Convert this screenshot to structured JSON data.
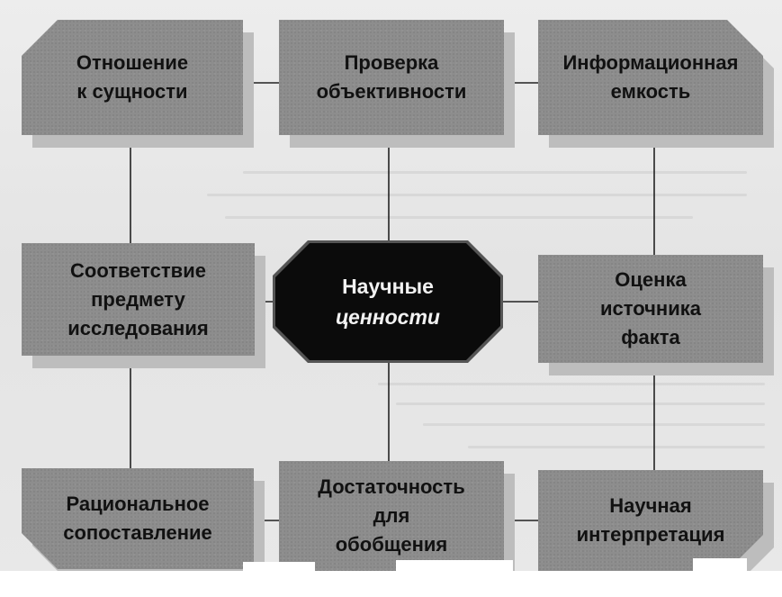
{
  "diagram": {
    "center": {
      "line1": "Научные",
      "line2": "ценности"
    },
    "nodes": {
      "top_left": "Отношение\nк сущности",
      "top_middle": "Проверка\nобъективности",
      "top_right": "Информационная\nемкость",
      "middle_left": "Соответствие\nпредмету\nисследования",
      "middle_right": "Оценка\nисточника\nфакта",
      "bottom_left": "Рациональное\nсопоставление",
      "bottom_middle": "Достаточность\nдля\nобобщения",
      "bottom_right": "Научная\nинтерпретация"
    },
    "colors": {
      "node_fill": "#8d8d8d",
      "node_shadow": "#bdbdbd",
      "center_fill": "#0b0b0b",
      "center_text": "#f2f2f2",
      "connector": "#222222",
      "background": "#e9e9e9"
    }
  }
}
